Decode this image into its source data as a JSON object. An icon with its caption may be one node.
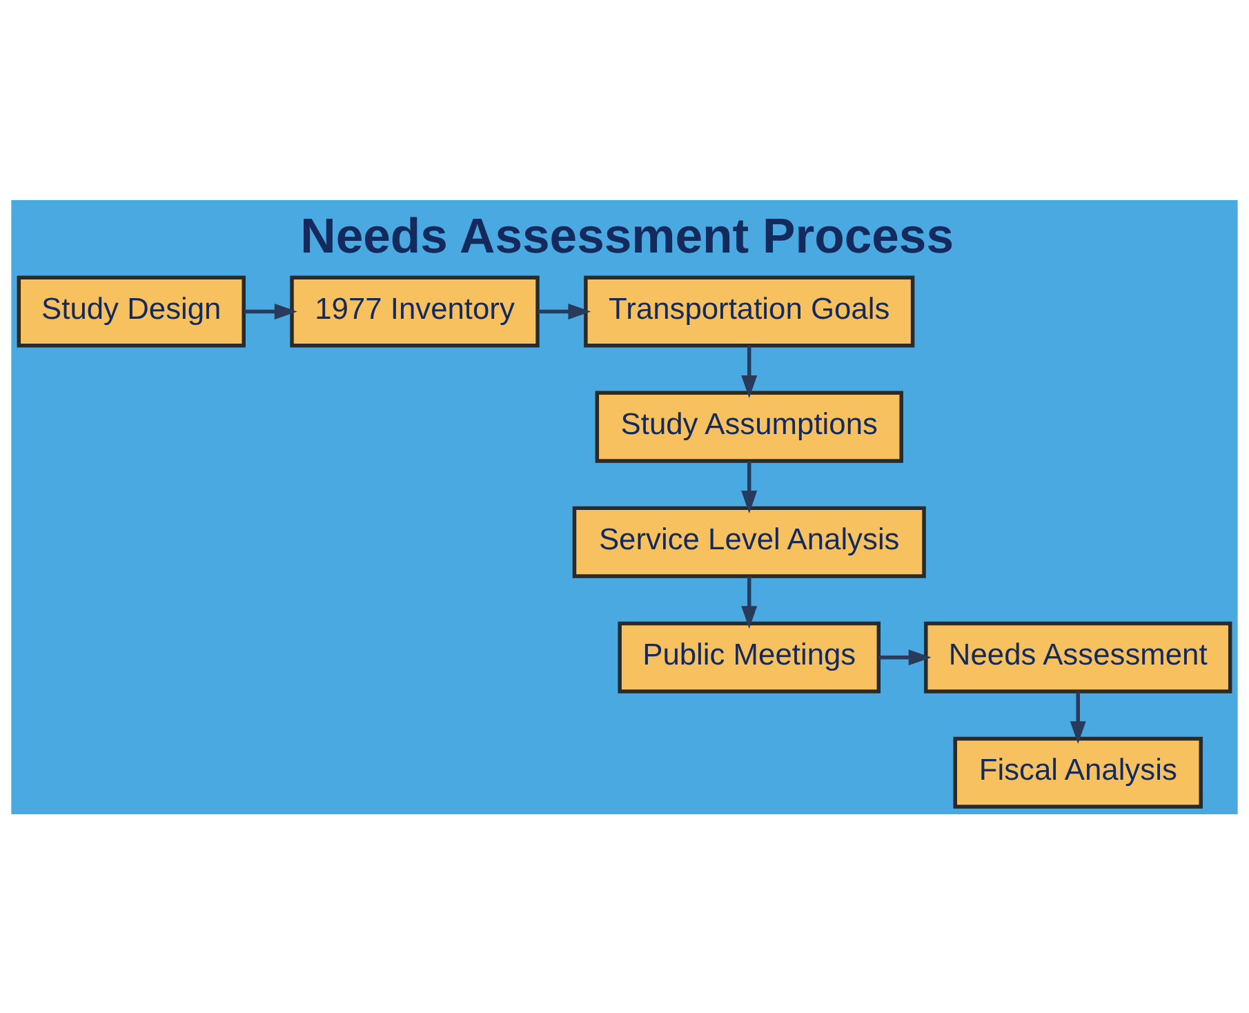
{
  "diagram": {
    "title": "Needs Assessment Process",
    "nodes": [
      {
        "text": [
          "Study Design"
        ]
      },
      {
        "text": [
          "1977 Inventory"
        ]
      },
      {
        "text": [
          "Transportation Goals"
        ]
      },
      {
        "text": [
          "Study Assumptions"
        ]
      },
      {
        "text": [
          "Service Level Analysis"
        ]
      },
      {
        "text": [
          "Public Meetings"
        ]
      },
      {
        "text": [
          "Needs Assessment"
        ]
      },
      {
        "text": [
          "Fiscal Analysis"
        ]
      }
    ],
    "edges": [
      {
        "from": 0,
        "to": 1,
        "arrow": "to"
      },
      {
        "from": 1,
        "to": 2,
        "arrow": "to"
      },
      {
        "from": 2,
        "to": 3,
        "arrow": "to"
      },
      {
        "from": 3,
        "to": 4,
        "arrow": "to"
      },
      {
        "from": 4,
        "to": 5,
        "arrow": "to"
      },
      {
        "from": 5,
        "to": 6,
        "arrow": "to"
      },
      {
        "from": 6,
        "to": 7,
        "arrow": "to"
      }
    ]
  }
}
